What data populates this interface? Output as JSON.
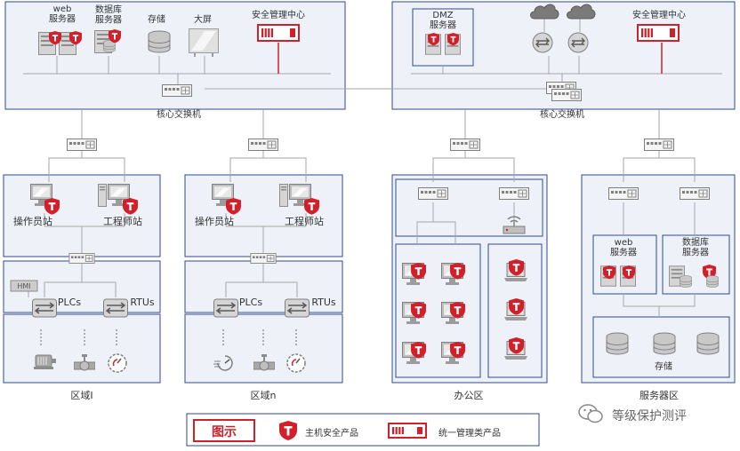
{
  "colors": {
    "panel_fill": "#eef1f8",
    "panel_border": "#2f4a8f",
    "brand_red": "#d1202a",
    "line_gray": "#a6a6a6",
    "device_gray": "#8c8c8c"
  },
  "top_left": {
    "web_server": "web\n服务器",
    "db_server": "数据库\n服务器",
    "storage": "存储",
    "big_screen": "大屏",
    "security_center": "安全管理中心",
    "core_switch": "核心交换机"
  },
  "top_right": {
    "dmz_server": "DMZ\n服务器",
    "security_center": "安全管理中心",
    "core_switch": "核心交换机"
  },
  "zones": [
    {
      "title": "区域I",
      "operator": "操作员站",
      "engineer": "工程师站",
      "hmi": "HMI",
      "plcs": "PLCs",
      "rtus": "RTUs"
    },
    {
      "title": "区域n",
      "operator": "操作员站",
      "engineer": "工程师站",
      "plcs": "PLCs",
      "rtus": "RTUs"
    }
  ],
  "office": {
    "title": "办公区"
  },
  "server_zone": {
    "title": "服务器区",
    "web_server": "web\n服务器",
    "db_server": "数据库\n服务器",
    "storage": "存储"
  },
  "legend": {
    "title": "图示",
    "host_product": "主机安全产品",
    "unified_product": "统一管理类产品"
  },
  "badge_letter": "T",
  "watermark": "等级保护测评"
}
